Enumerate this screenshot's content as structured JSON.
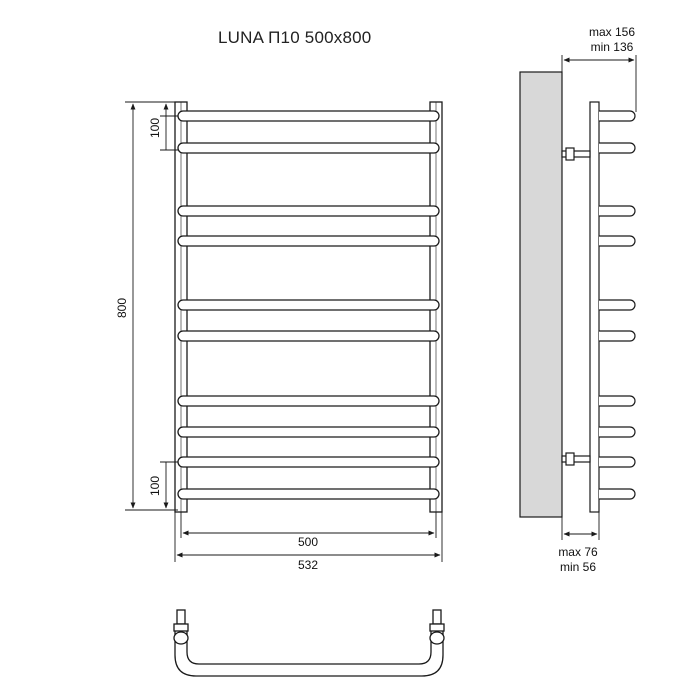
{
  "title": "LUNA П10 500х800",
  "front_view": {
    "height_label": "800",
    "top_spacing_label": "100",
    "bottom_spacing_label": "100",
    "inner_width_label": "500",
    "outer_width_label": "532",
    "crossbar_count": 10
  },
  "side_view": {
    "depth_top_max": "max 156",
    "depth_top_min": "min 136",
    "depth_bottom_max": "max 76",
    "depth_bottom_min": "min 56"
  },
  "colors": {
    "line": "#1a1a1a",
    "wall_fill": "#d8d8d8"
  }
}
